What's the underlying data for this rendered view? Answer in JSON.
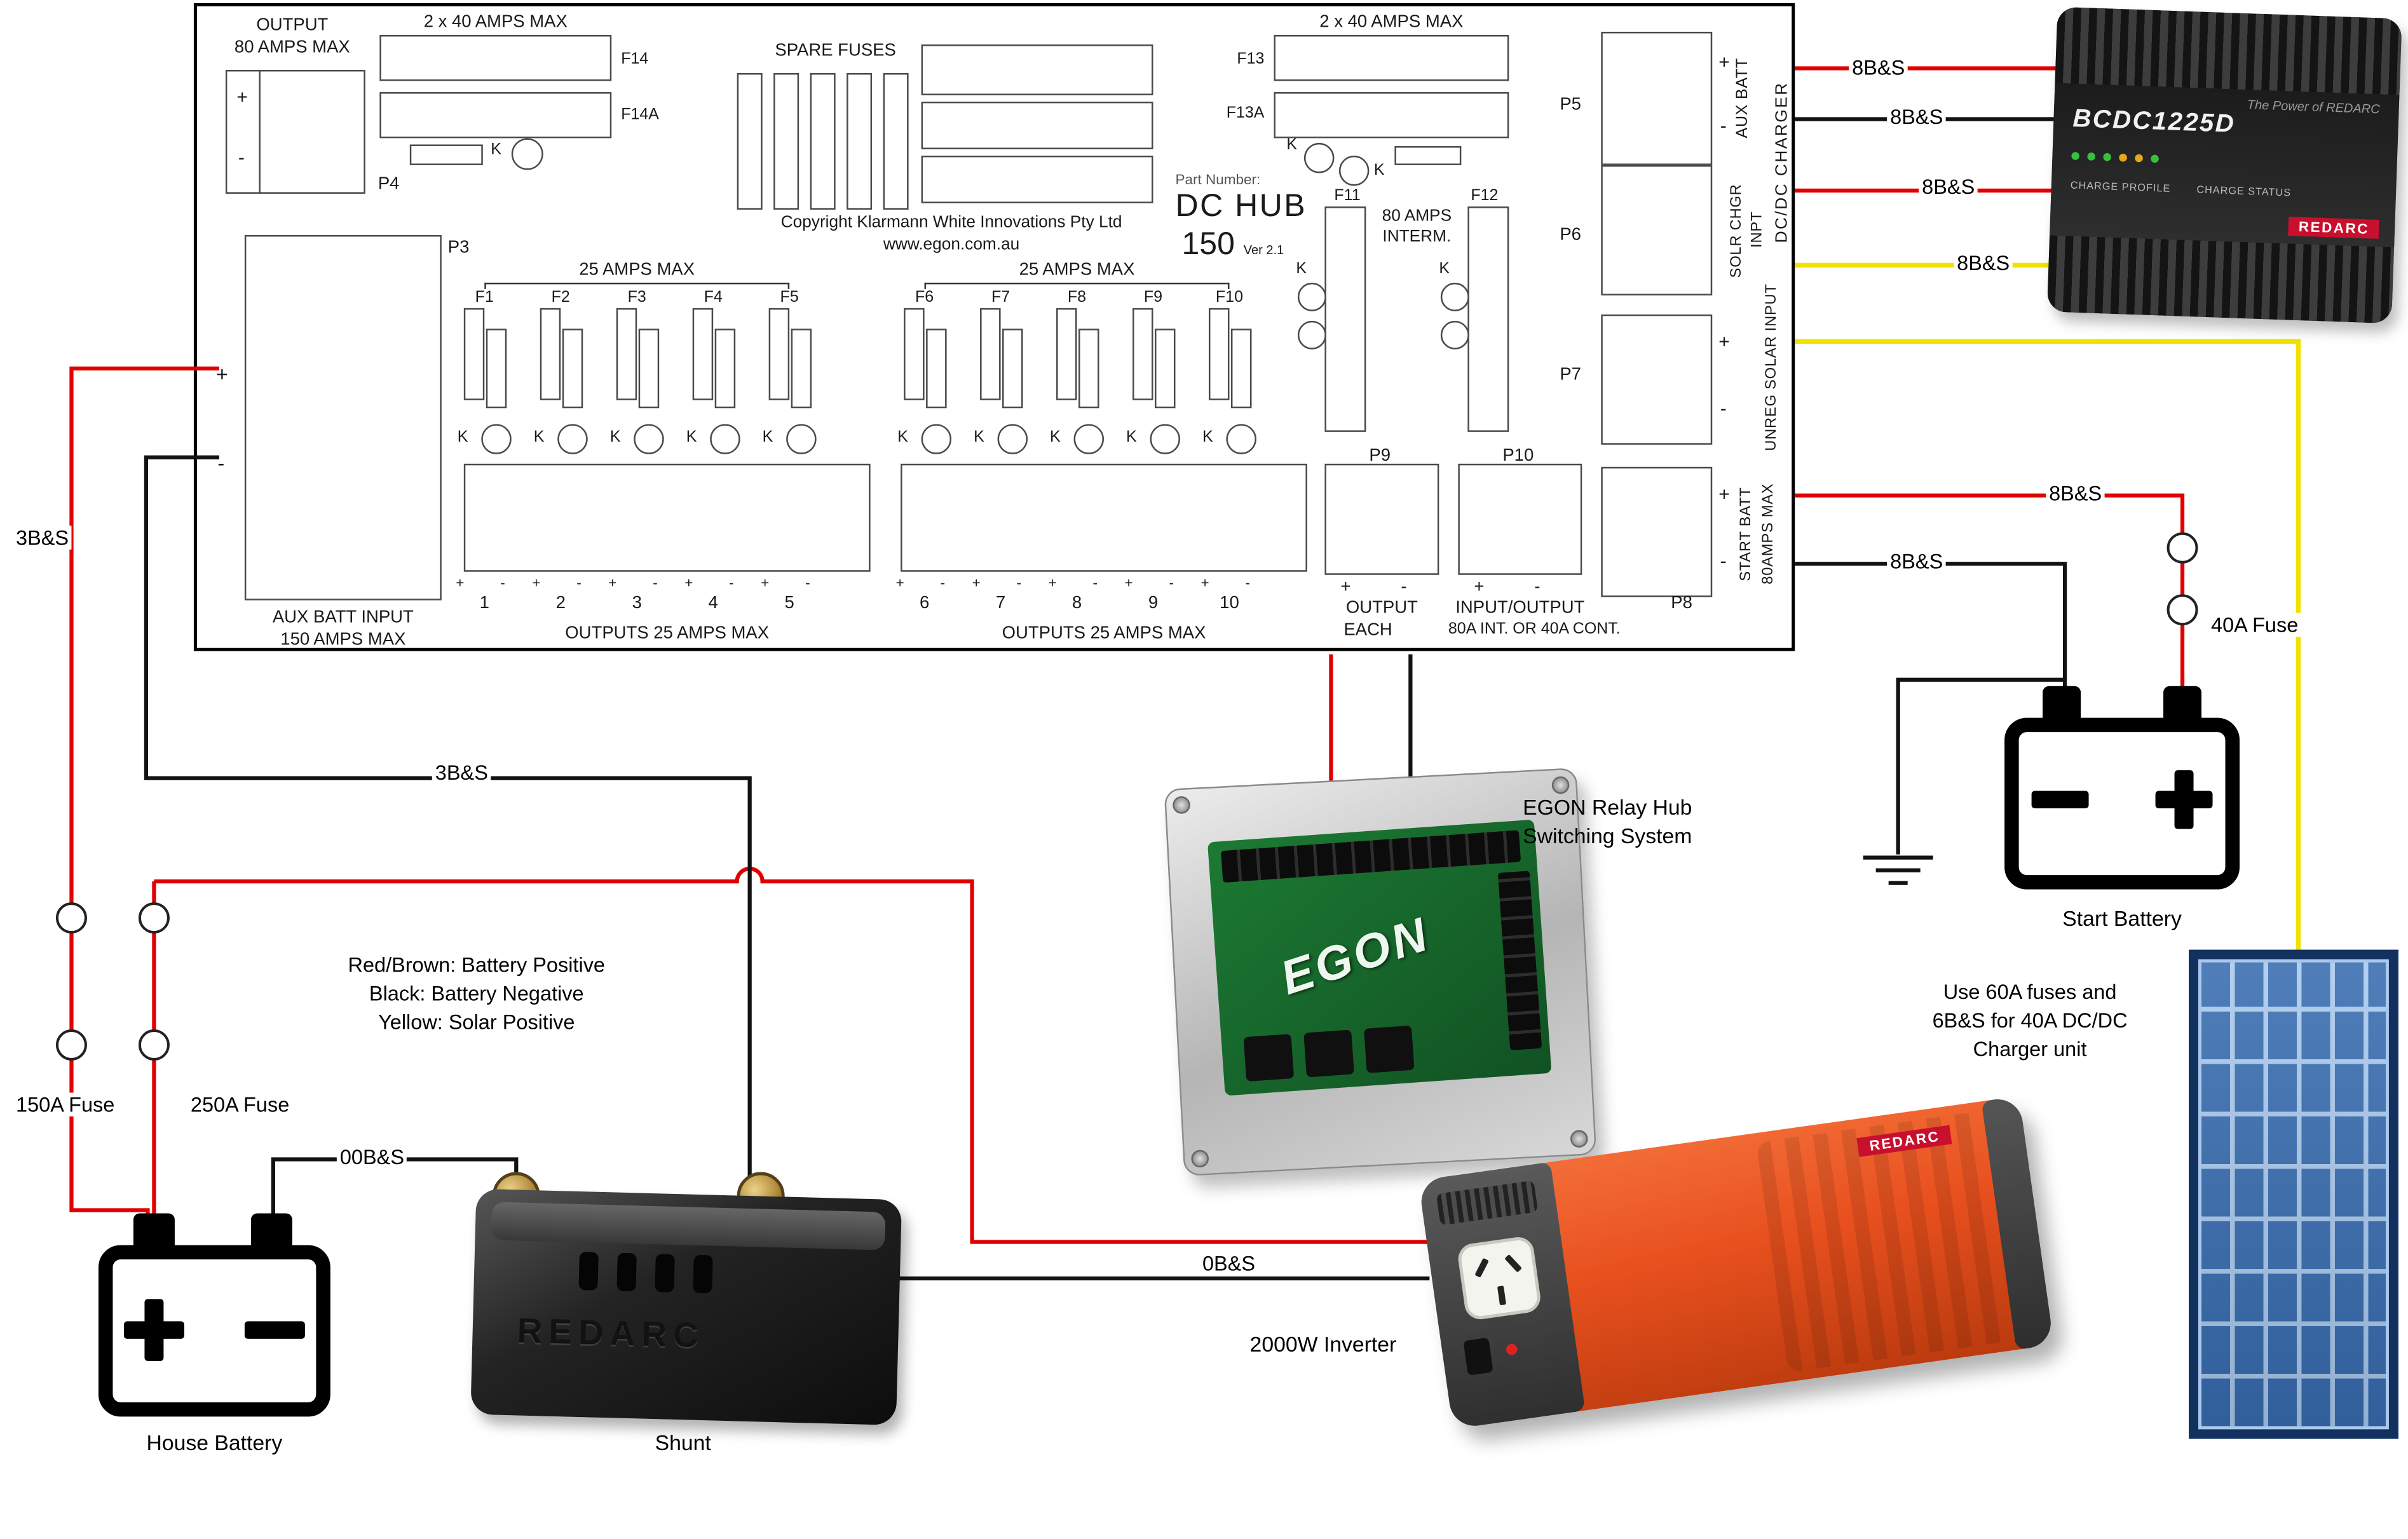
{
  "board": {
    "output": {
      "line1": "OUTPUT",
      "line2": "80 AMPS MAX"
    },
    "p4": "P4",
    "group40_left": {
      "title": "2 x 40 AMPS MAX",
      "f14": "F14",
      "f14a": "F14A"
    },
    "spare": {
      "title": "SPARE FUSES"
    },
    "copyright": {
      "line1": "Copyright Klarmann  White Innovations Pty Ltd",
      "line2": "www.egon.com.au"
    },
    "part": {
      "label": "Part Number:",
      "name": "DC HUB",
      "model": "150",
      "ver": "Ver 2.1"
    },
    "group40_right": {
      "title": "2 x 40 AMPS MAX",
      "f13": "F13",
      "f13a": "F13A"
    },
    "interm": {
      "f11": "F11",
      "f12": "F12",
      "line1": "80 AMPS",
      "line2": "INTERM."
    },
    "p3": {
      "label": "P3",
      "caption1": "AUX BATT INPUT",
      "caption2": "150 AMPS MAX"
    },
    "bank1": {
      "title": "25 AMPS MAX",
      "fuses": [
        "F1",
        "F2",
        "F3",
        "F4",
        "F5"
      ],
      "numbers": [
        "1",
        "2",
        "3",
        "4",
        "5"
      ],
      "caption": "OUTPUTS 25 AMPS MAX"
    },
    "bank2": {
      "title": "25 AMPS MAX",
      "fuses": [
        "F6",
        "F7",
        "F8",
        "F9",
        "F10"
      ],
      "numbers": [
        "6",
        "7",
        "8",
        "9",
        "10"
      ],
      "caption": "OUTPUTS 25 AMPS MAX"
    },
    "p9": {
      "label": "P9",
      "caption1": "OUTPUT",
      "caption2": "EACH"
    },
    "p10": {
      "label": "P10",
      "caption1": "INPUT/OUTPUT",
      "caption2": "80A INT. OR 40A CONT."
    },
    "connectors": {
      "p5": "P5",
      "p6": "P6",
      "p7": "P7",
      "p8": "P8",
      "aux_batt": "AUX BATT",
      "solr1": "SOLR CHGR",
      "solr2": "INPT",
      "dcdc": "DC/DC CHARGER",
      "unreg": "UNREG SOLAR INPUT",
      "start1": "START BATT",
      "start2": "80AMPS MAX"
    },
    "k": "K",
    "plus": "+",
    "minus": "-"
  },
  "wires": {
    "b3s": "3B&S",
    "b8s": "8B&S",
    "b00s": "00B&S",
    "b0s": "0B&S",
    "fuse150": "150A Fuse",
    "fuse250": "250A Fuse",
    "fuse40": "40A Fuse",
    "colors": {
      "red": "#e10000",
      "black": "#121212",
      "yellow": "#f0e100"
    }
  },
  "captions": {
    "house_battery": "House Battery",
    "shunt": "Shunt",
    "start_battery": "Start Battery",
    "inverter": "2000W Inverter",
    "egon1": "EGON Relay Hub",
    "egon2": "Switching System"
  },
  "notes": {
    "color_code": [
      "Red/Brown: Battery Positive",
      "Black: Battery Negative",
      "Yellow: Solar Positive"
    ],
    "charger_fuse": [
      "Use 60A fuses and",
      "6B&S for 40A DC/DC",
      "Charger unit"
    ]
  },
  "components": {
    "charger": {
      "brand": "REDARC",
      "model": "BCDC1225D",
      "tagline": "The Power of REDARC",
      "led1": "CHARGE PROFILE",
      "led2": "CHARGE STATUS"
    },
    "inverter": {
      "brand": "REDARC"
    },
    "shunt": {
      "brand": "REDARC"
    },
    "egon": {
      "brand": "EGON"
    }
  }
}
